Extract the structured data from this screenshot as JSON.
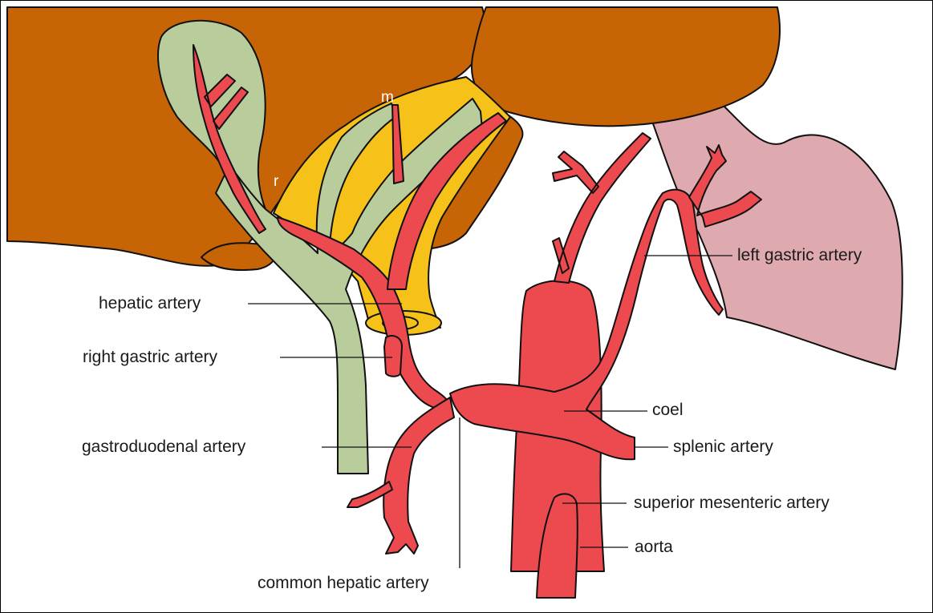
{
  "colors": {
    "liver": "#c76405",
    "gallbladder_duct": "#b8cc9c",
    "pancreas_fat": "#f6c21a",
    "artery": "#ec4a4f",
    "stomach": "#dfaaaf",
    "outline": "#111111",
    "background": "#ffffff"
  },
  "markers": {
    "m": "m",
    "r": "r"
  },
  "labels": {
    "hepatic_artery": "hepatic artery",
    "right_gastric_artery": "right gastric artery",
    "gastroduodenal_artery": "gastroduodenal artery",
    "common_hepatic_artery": "common hepatic artery",
    "left_gastric_artery": "left gastric artery",
    "coel": "coel",
    "splenic_artery": "splenic artery",
    "superior_mesenteric_artery": "superior mesenteric artery",
    "aorta": "aorta"
  }
}
